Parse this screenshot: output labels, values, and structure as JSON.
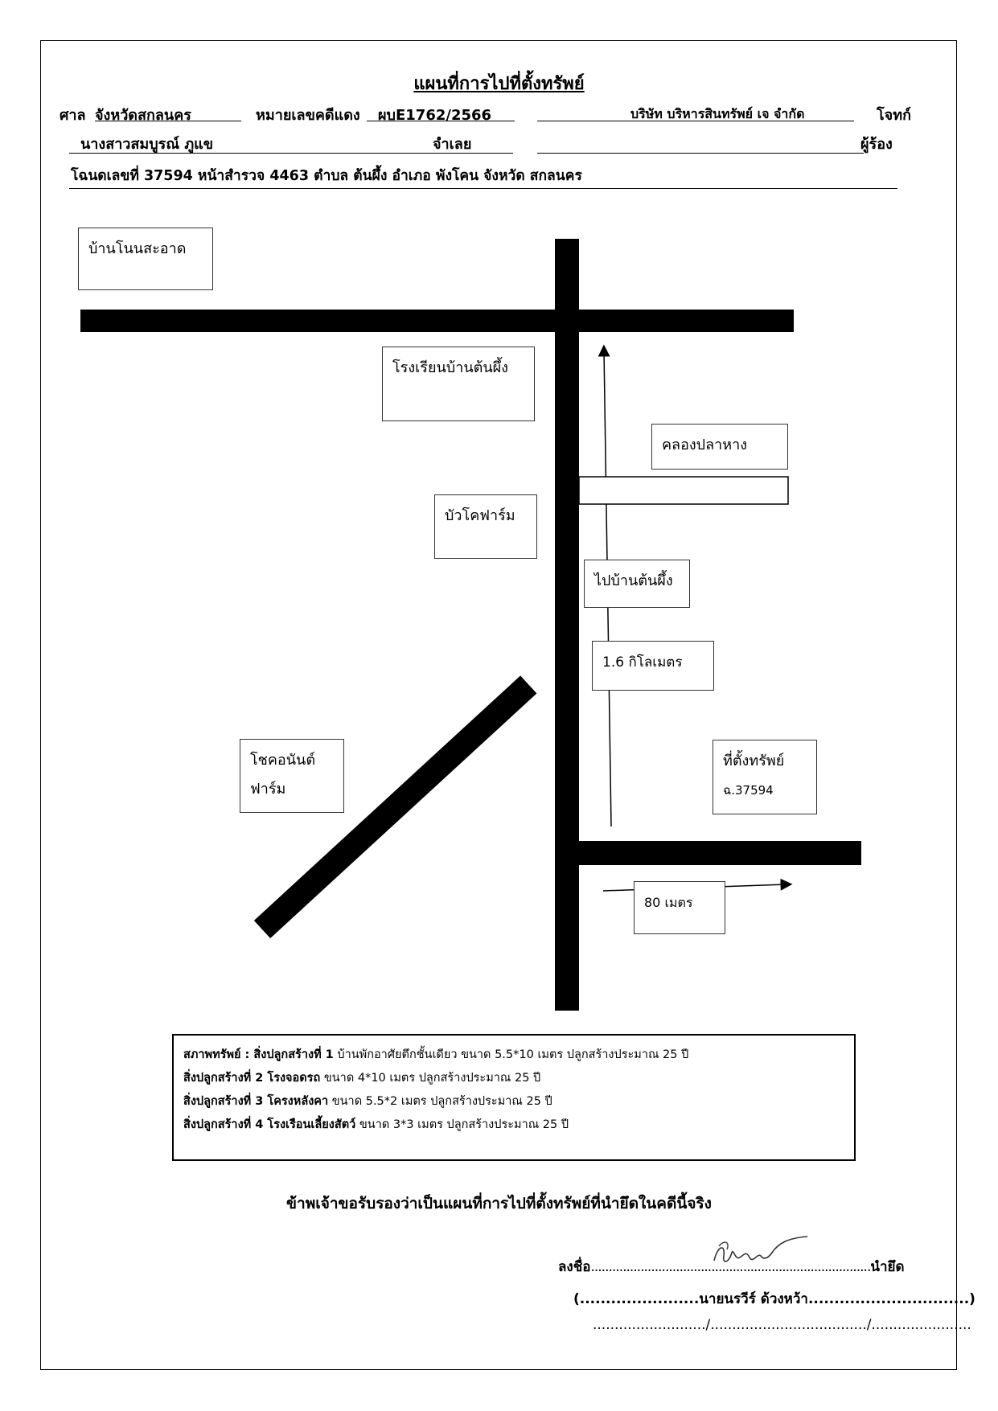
{
  "header": {
    "title": "แผนที่การไปที่ตั้งทรัพย์",
    "court_label": "ศาล",
    "court_name": "จังหวัดสกลนคร",
    "red_case_label": "หมายเลขคดีแดง",
    "red_case_no": "ผบE1762/2566",
    "plaintiff_name": "บริษัท บริหารสินทรัพย์ เจ จำกัด",
    "plaintiff_role": "โจทก์",
    "defendant_name": "นางสาวสมบูรณ์ ภูแข",
    "defendant_role": "จำเลย",
    "petitioner_role": "ผู้ร้อง",
    "deed_line": "โฉนดเลขที่ 37594  หน้าสำรวจ  4463  ตำบล ต้นผึ้ง  อำเภอ พังโคน    จังหวัด สกลนคร"
  },
  "map": {
    "ban_non_sa_at": "บ้านโนนสะอาด",
    "school": "โรงเรียนบ้านต้นผึ้ง",
    "canal": "คลองปลาหาง",
    "cow_farm": "บัวโคฟาร์ม",
    "to_village": "ไปบ้านต้นผึ้ง",
    "distance_km": "1.6 กิโลเมตร",
    "farm_line1": "โชคอนันต์",
    "farm_line2": "ฟาร์ม",
    "property_label": "ที่ตั้งทรัพย์",
    "property_deed": "ฉ.37594",
    "distance_m": "80 เมตร"
  },
  "conditions": {
    "line1_bold": "สภาพทรัพย์ : สิ่งปลูกสร้างที่ 1",
    "line1_text": "  บ้านพักอาศัยตึกชั้นเดียว ขนาด 5.5*10 เมตร ปลูกสร้างประมาณ 25 ปี",
    "line2_bold": "สิ่งปลูกสร้างที่  2 โรงจอดรถ",
    "line2_text": " ขนาด 4*10 เมตร ปลูกสร้างประมาณ 25 ปี",
    "line3_bold": "สิ่งปลูกสร้างที่  3 โครงหลังคา",
    "line3_text": " ขนาด 5.5*2 เมตร ปลูกสร้างประมาณ 25 ปี",
    "line4_bold": "สิ่งปลูกสร้างที่  4 โรงเรือนเลี้ยงสัตว์",
    "line4_text": " ขนาด 3*3 เมตร ปลูกสร้างประมาณ 25 ปี"
  },
  "certification": "ข้าพเจ้าขอรับรองว่าเป็นแผนที่การไปที่ตั้งทรัพย์ที่นำยึดในคดีนี้จริง",
  "signature": {
    "sign_prefix": "ลงชื่อ",
    "sign_dots": "...............................................................................",
    "sign_suffix": "นำยึด",
    "name_line": "(.......................นายนรวีร์ ด้วงหว้า...............................)",
    "date_line": "........................../..................................../......................."
  }
}
